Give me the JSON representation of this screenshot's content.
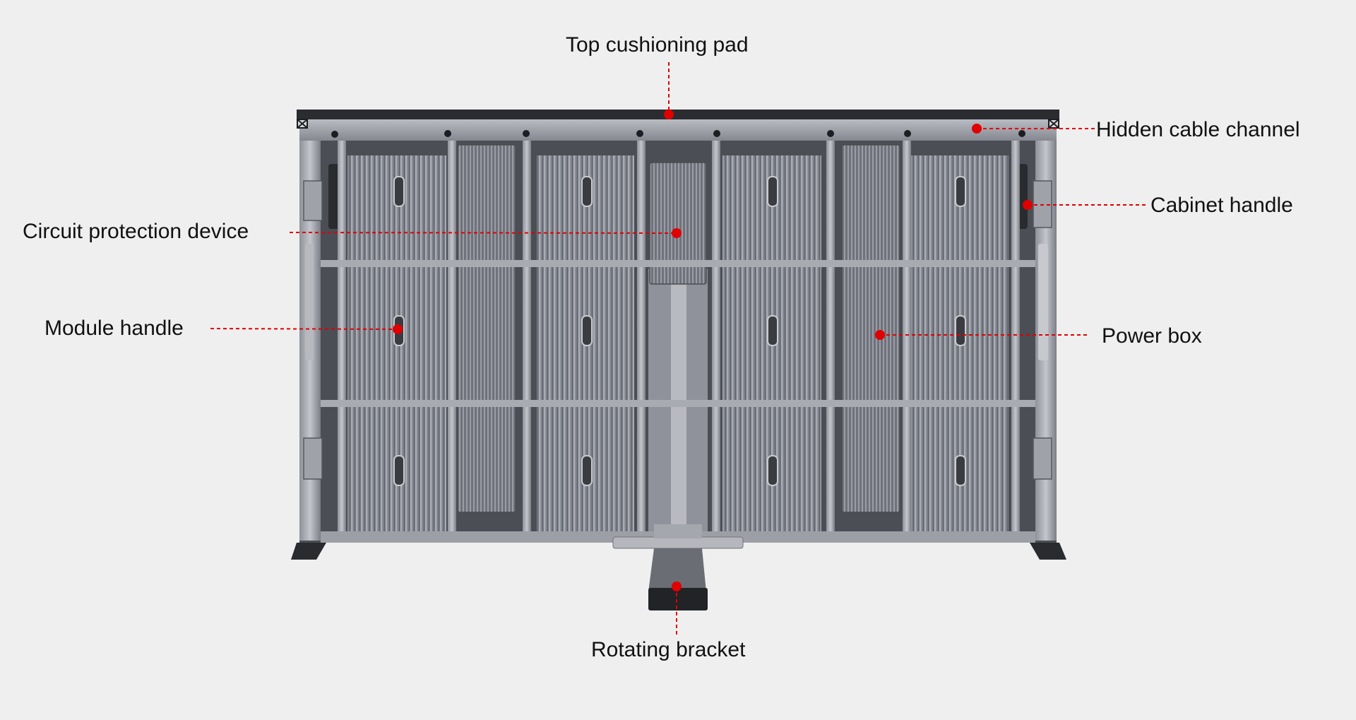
{
  "colors": {
    "background": "#efefef",
    "accent": "#e00000",
    "label_text": "#111111"
  },
  "callouts": {
    "top_cushioning_pad": "Top cushioning pad",
    "hidden_cable_channel": "Hidden cable channel",
    "cabinet_handle": "Cabinet handle",
    "circuit_protection_device": "Circuit protection device",
    "module_handle": "Module handle",
    "power_box": "Power box",
    "rotating_bracket": "Rotating bracket"
  }
}
